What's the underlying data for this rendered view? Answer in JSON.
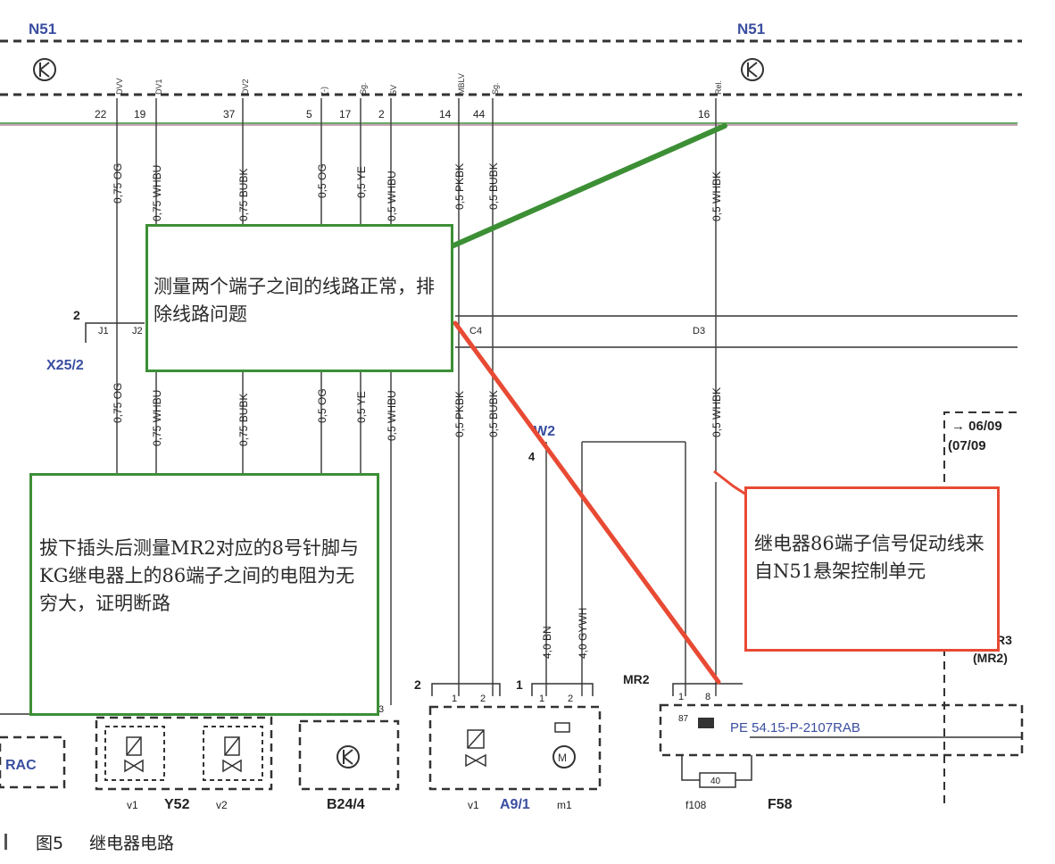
{
  "modules": {
    "n51_left": "N51",
    "n51_right": "N51",
    "connector": "X25/2",
    "connector_pin": "2",
    "w2_ref": "W2",
    "w2_pin": "4",
    "mr2_left": "MR2",
    "mr2_right": "R3",
    "mr2_right_sub": "(MR2)",
    "date_top": "→ 06/09",
    "date_bottom": "(07/09",
    "rac": "RAC",
    "y52": "Y52",
    "b24": "B24/4",
    "a9": "A9/1",
    "f58": "F58",
    "pe_ref": "PE 54.15-P-2107RAB",
    "fuse": "f108",
    "fuse_value": "40"
  },
  "wires": [
    {
      "pin": "22",
      "func": "DVV",
      "color_top": "0,75 OG",
      "color_bottom": "0,75 OG"
    },
    {
      "pin": "19",
      "func": "DV1",
      "color_top": "0,75 WHBU",
      "color_bottom": "0,75 WHBU"
    },
    {
      "pin": "37",
      "func": "DV2",
      "color_top": "0,75 BUBK",
      "color_bottom": "0,75 BUBK"
    },
    {
      "pin": "5",
      "func": "(-)",
      "color_top": "0,5 OG",
      "color_bottom": "0,5 OG"
    },
    {
      "pin": "17",
      "func": "Sg.",
      "color_top": "0,5 YE",
      "color_bottom": "0,5 YE"
    },
    {
      "pin": "2",
      "func": "5V",
      "color_top": "0,5 WHBU",
      "color_bottom": "0,5 WHBU"
    },
    {
      "pin": "14",
      "func": "MBLV",
      "color_top": "0,5 PKBK",
      "color_bottom": "0,5 PKBK"
    },
    {
      "pin": "44",
      "func": "Sg.",
      "color_top": "0,5 BUBK",
      "color_bottom": "0,5 BUBK"
    },
    {
      "pin": "16",
      "func": "Rel.",
      "color_top": "0,5 WHBK",
      "color_bottom": "0,5 WHBK"
    }
  ],
  "connector_pins": [
    "J1",
    "J2",
    "C4",
    "D3"
  ],
  "motor_wires": [
    "4,0 BN",
    "4,0 GYWH"
  ],
  "component_pins": {
    "y52_v1": "v1",
    "y52_v2": "v2",
    "a9_v1": "v1",
    "a9_m1": "m1",
    "a9_group1": "2",
    "a9_group2": "1",
    "p1": "1",
    "p2": "2",
    "b24_pin": "3",
    "mr2_pin87": "87",
    "mr2_pin1": "1",
    "mr2_pin8": "8"
  },
  "notes": {
    "green_top": "测量两个端子之间的线路正常，排除线路问题",
    "green_bottom": "拔下插头后测量MR2对应的8号针脚与KG继电器上的86端子之间的电阻为无穷大，证明断路",
    "red_right": "继电器86端子信号促动线来自N51悬架控制单元"
  },
  "caption": {
    "number": "图5",
    "title": "继电器电路"
  },
  "colors": {
    "annotation_green": "#3c8f35",
    "annotation_red": "#e84a34",
    "module_label": "#3a4ea0",
    "wire": "#444444",
    "dashed_border": "#333333"
  }
}
